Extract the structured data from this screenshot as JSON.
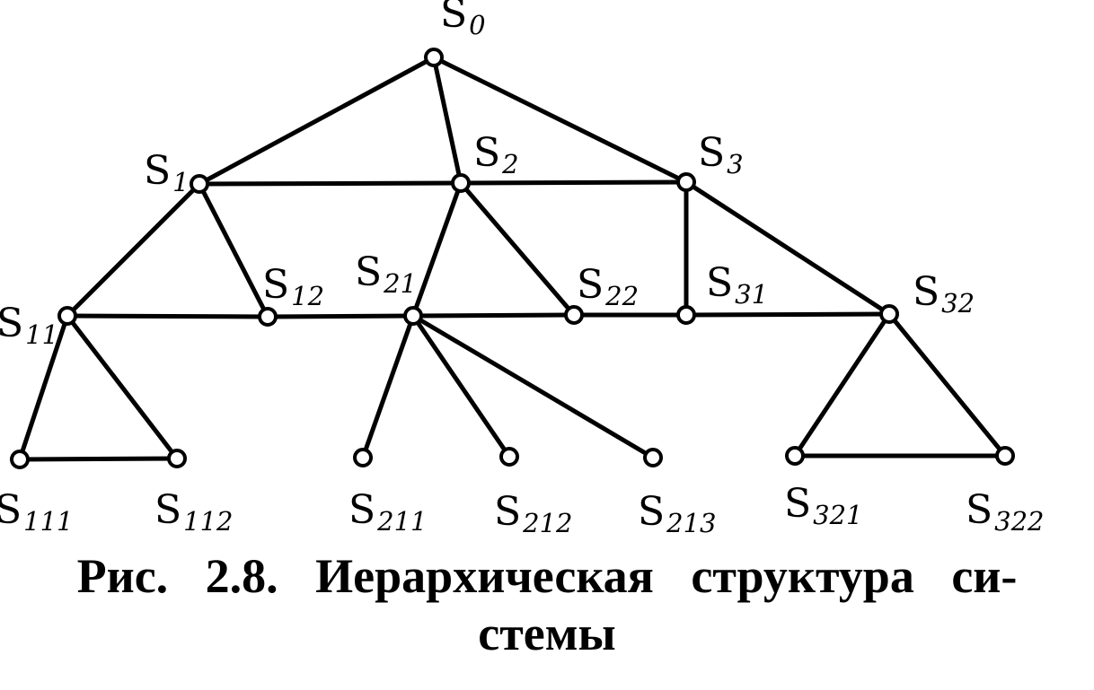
{
  "diagram": {
    "nodes": [
      {
        "id": "s0",
        "label": "S",
        "sub": "0"
      },
      {
        "id": "s1",
        "label": "S",
        "sub": "1"
      },
      {
        "id": "s2",
        "label": "S",
        "sub": "2"
      },
      {
        "id": "s3",
        "label": "S",
        "sub": "3"
      },
      {
        "id": "s11",
        "label": "S",
        "sub": "11"
      },
      {
        "id": "s12",
        "label": "S",
        "sub": "12"
      },
      {
        "id": "s21",
        "label": "S",
        "sub": "21"
      },
      {
        "id": "s22",
        "label": "S",
        "sub": "22"
      },
      {
        "id": "s31",
        "label": "S",
        "sub": "31"
      },
      {
        "id": "s32",
        "label": "S",
        "sub": "32"
      },
      {
        "id": "s111",
        "label": "S",
        "sub": "111"
      },
      {
        "id": "s112",
        "label": "S",
        "sub": "112"
      },
      {
        "id": "s211",
        "label": "S",
        "sub": "211"
      },
      {
        "id": "s212",
        "label": "S",
        "sub": "212"
      },
      {
        "id": "s213",
        "label": "S",
        "sub": "213"
      },
      {
        "id": "s321",
        "label": "S",
        "sub": "321"
      },
      {
        "id": "s322",
        "label": "S",
        "sub": "322"
      }
    ],
    "edges": [
      [
        "s0",
        "s1"
      ],
      [
        "s0",
        "s2"
      ],
      [
        "s0",
        "s3"
      ],
      [
        "s1",
        "s2"
      ],
      [
        "s2",
        "s3"
      ],
      [
        "s1",
        "s11"
      ],
      [
        "s1",
        "s12"
      ],
      [
        "s2",
        "s21"
      ],
      [
        "s2",
        "s22"
      ],
      [
        "s3",
        "s31"
      ],
      [
        "s3",
        "s32"
      ],
      [
        "s11",
        "s12"
      ],
      [
        "s12",
        "s21"
      ],
      [
        "s21",
        "s22"
      ],
      [
        "s22",
        "s31"
      ],
      [
        "s31",
        "s32"
      ],
      [
        "s11",
        "s111"
      ],
      [
        "s11",
        "s112"
      ],
      [
        "s111",
        "s112"
      ],
      [
        "s21",
        "s211"
      ],
      [
        "s21",
        "s212"
      ],
      [
        "s21",
        "s213"
      ],
      [
        "s32",
        "s321"
      ],
      [
        "s32",
        "s322"
      ],
      [
        "s321",
        "s322"
      ]
    ]
  },
  "caption": {
    "line1": "Рис. 2.8. Иерархическая структура си-",
    "line2": "стемы"
  }
}
